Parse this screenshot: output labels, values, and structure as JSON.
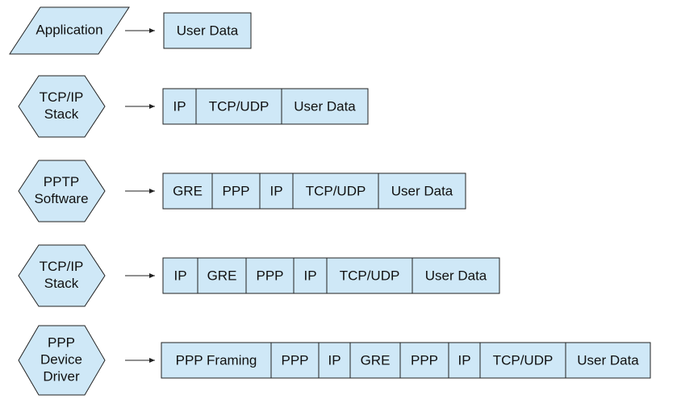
{
  "colors": {
    "fill": "#cfe8f7",
    "stroke": "#222222",
    "arrow": "#222222"
  },
  "layers": [
    {
      "label": [
        "Application"
      ],
      "shape": "parallelogram",
      "fields": [
        "User Data"
      ]
    },
    {
      "label": [
        "TCP/IP",
        "Stack"
      ],
      "shape": "hexagon",
      "fields": [
        "IP",
        "TCP/UDP",
        "User Data"
      ]
    },
    {
      "label": [
        "PPTP",
        "Software"
      ],
      "shape": "hexagon",
      "fields": [
        "GRE",
        "PPP",
        "IP",
        "TCP/UDP",
        "User Data"
      ]
    },
    {
      "label": [
        "TCP/IP",
        "Stack"
      ],
      "shape": "hexagon",
      "fields": [
        "IP",
        "GRE",
        "PPP",
        "IP",
        "TCP/UDP",
        "User Data"
      ]
    },
    {
      "label": [
        "PPP",
        "Device",
        "Driver"
      ],
      "shape": "hexagon",
      "fields": [
        "PPP Framing",
        "PPP",
        "IP",
        "GRE",
        "PPP",
        "IP",
        "TCP/UDP",
        "User Data"
      ]
    }
  ]
}
